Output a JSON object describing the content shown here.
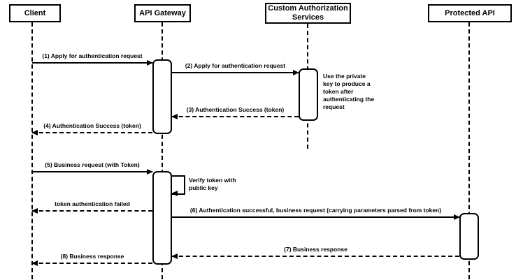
{
  "diagram": {
    "type": "sequence-diagram",
    "participants": [
      {
        "name": "Client"
      },
      {
        "name": "API Gateway"
      },
      {
        "name": "Custom Authorization Services"
      },
      {
        "name": "Protected API"
      }
    ],
    "messages": [
      {
        "label": "(1) Apply for authentication request",
        "from": "Client",
        "to": "API Gateway",
        "type": "solid"
      },
      {
        "label": "(2) Apply for authentication request",
        "from": "API Gateway",
        "to": "Custom Authorization Services",
        "type": "solid"
      },
      {
        "label": "(3) Authentication Success (token)",
        "from": "Custom Authorization Services",
        "to": "API Gateway",
        "type": "dashed"
      },
      {
        "label": "(4) Authentication Success (token)",
        "from": "API Gateway",
        "to": "Client",
        "type": "dashed"
      },
      {
        "label": "(5) Business request (with Token)",
        "from": "Client",
        "to": "API Gateway",
        "type": "solid"
      },
      {
        "label": "Verify token with public key",
        "from": "API Gateway",
        "to": "API Gateway",
        "type": "self"
      },
      {
        "label": "token authentication failed",
        "from": "API Gateway",
        "to": "Client",
        "type": "dashed"
      },
      {
        "label": "(6) Authentication successful, business request (carrying parameters parsed from token)",
        "from": "API Gateway",
        "to": "Protected API",
        "type": "solid"
      },
      {
        "label": "(7) Business response",
        "from": "Protected API",
        "to": "API Gateway",
        "type": "dashed"
      },
      {
        "label": "(8) Business response",
        "from": "API Gateway",
        "to": "Client",
        "type": "dashed"
      }
    ],
    "notes": [
      {
        "text": "Use the private key to produce a token after authenticating the request",
        "attached_to": "Custom Authorization Services"
      }
    ],
    "colors": {
      "line": "#000000",
      "text": "#000000",
      "background": "#ffffff"
    }
  }
}
